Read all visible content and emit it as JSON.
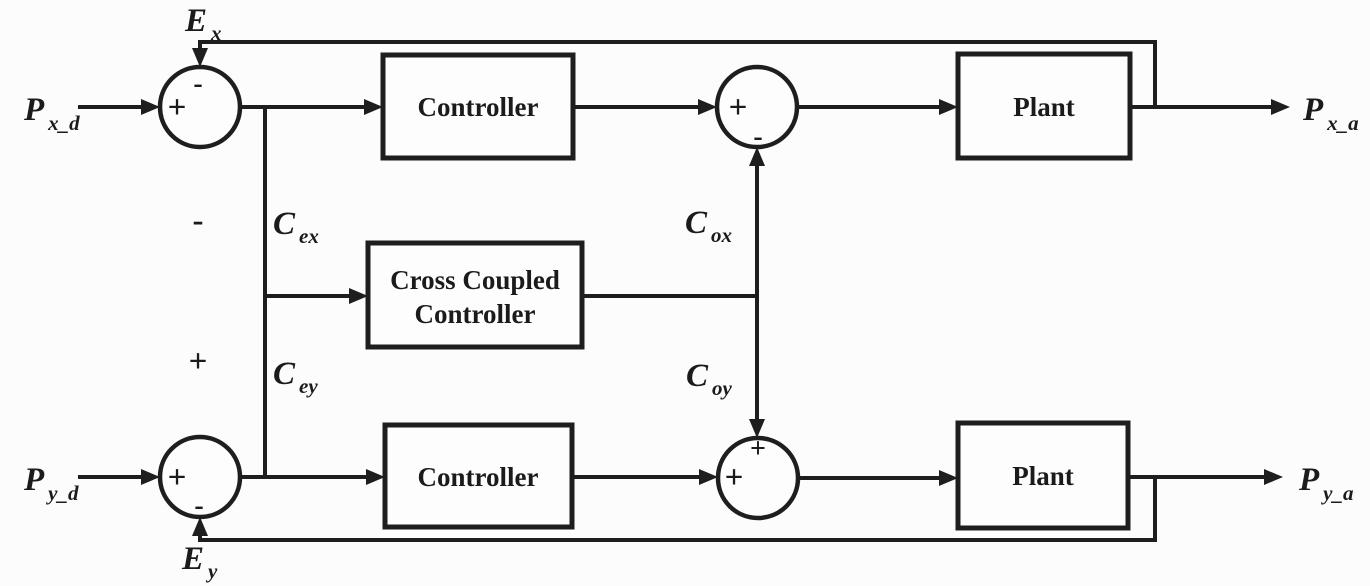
{
  "figure": {
    "type": "control-block-diagram",
    "description": "Cross coupled control structure for x/y axes",
    "colors": {
      "line": "#1e1e1e",
      "background": "#fcfcfc"
    },
    "blocks": {
      "controller_top": {
        "label": "Controller"
      },
      "controller_bottom": {
        "label": "Controller"
      },
      "cross_coupled": {
        "line1": "Cross Coupled",
        "line2": "Controller"
      },
      "plant_top": {
        "label": "Plant"
      },
      "plant_bottom": {
        "label": "Plant"
      }
    },
    "signals": {
      "input_x": {
        "main": "P",
        "sub": "x_d"
      },
      "input_y": {
        "main": "P",
        "sub": "y_d"
      },
      "output_x": {
        "main": "P",
        "sub": "x_a"
      },
      "output_y": {
        "main": "P",
        "sub": "y_a"
      },
      "error_x": {
        "main": "E",
        "sub": "x"
      },
      "error_y": {
        "main": "E",
        "sub": "y"
      },
      "cross_error_x": {
        "main": "C",
        "sub": "ex"
      },
      "cross_error_y": {
        "main": "C",
        "sub": "ey"
      },
      "cross_out_x": {
        "main": "C",
        "sub": "ox"
      },
      "cross_out_y": {
        "main": "C",
        "sub": "oy"
      }
    },
    "signs": {
      "junction_x_input": {
        "left": "+",
        "top": "-"
      },
      "junction_x_mid": {
        "left": "+",
        "bottom": "-"
      },
      "junction_y_input": {
        "left": "+",
        "bottom": "-"
      },
      "junction_y_mid": {
        "left": "+",
        "top": "+"
      },
      "branch_upper": "-",
      "branch_lower": "+"
    }
  }
}
